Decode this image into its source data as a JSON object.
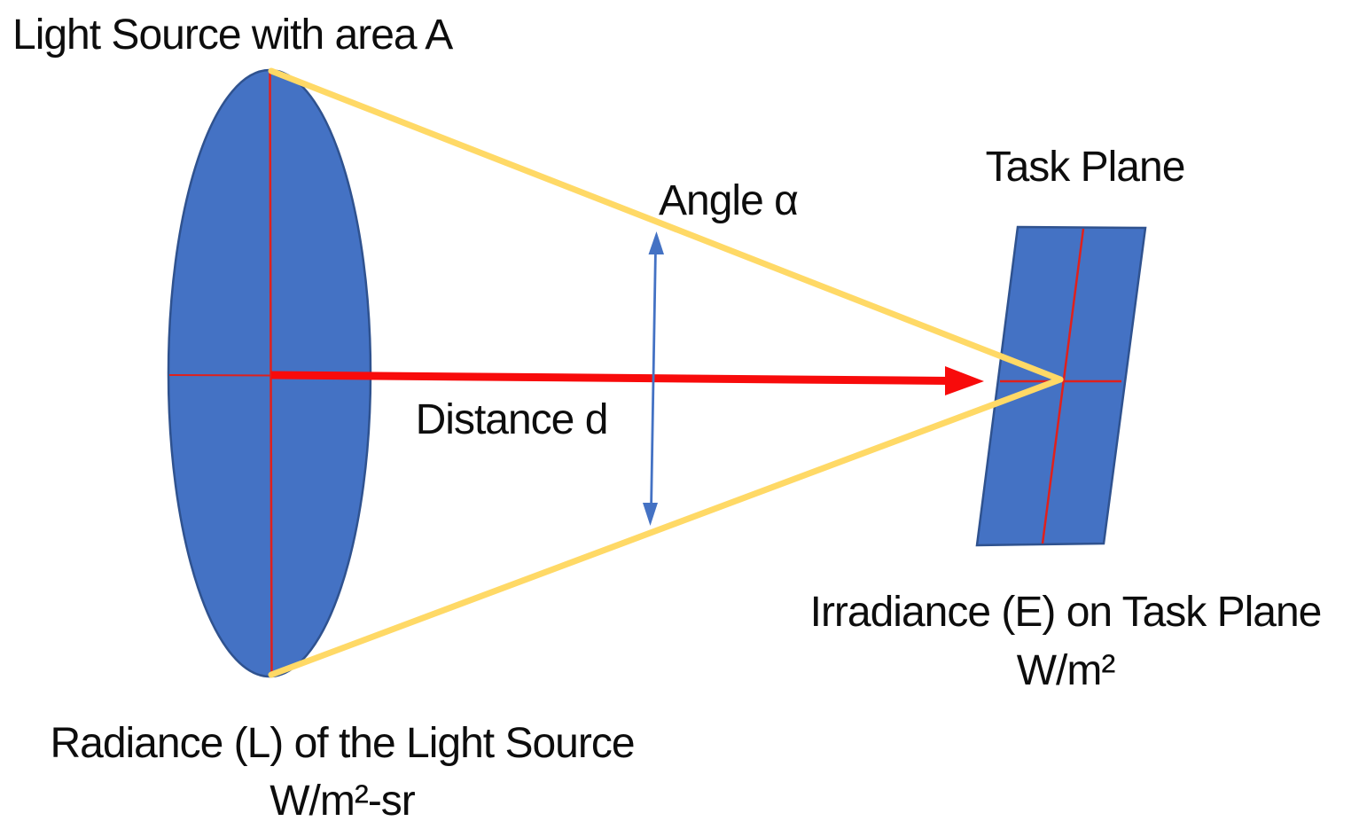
{
  "colors": {
    "background": "#FFFFFF",
    "shape_fill": "#4472C4",
    "shape_outline": "#2F528F",
    "ray_yellow": "#FFD966",
    "arrow_red": "#F80B0B",
    "crosshair_red": "#E0201C",
    "angle_arrow_blue": "#4472C4",
    "text": "#0D0D0D"
  },
  "labels": {
    "light_source": "Light Source with area A",
    "task_plane": "Task Plane",
    "angle": "Angle α",
    "distance": "Distance d",
    "irradiance_line1": "Irradiance (E) on Task Plane",
    "irradiance_line2": "W/m²",
    "radiance_line1": "Radiance (L) of the Light Source",
    "radiance_line2": "W/m²-sr"
  }
}
